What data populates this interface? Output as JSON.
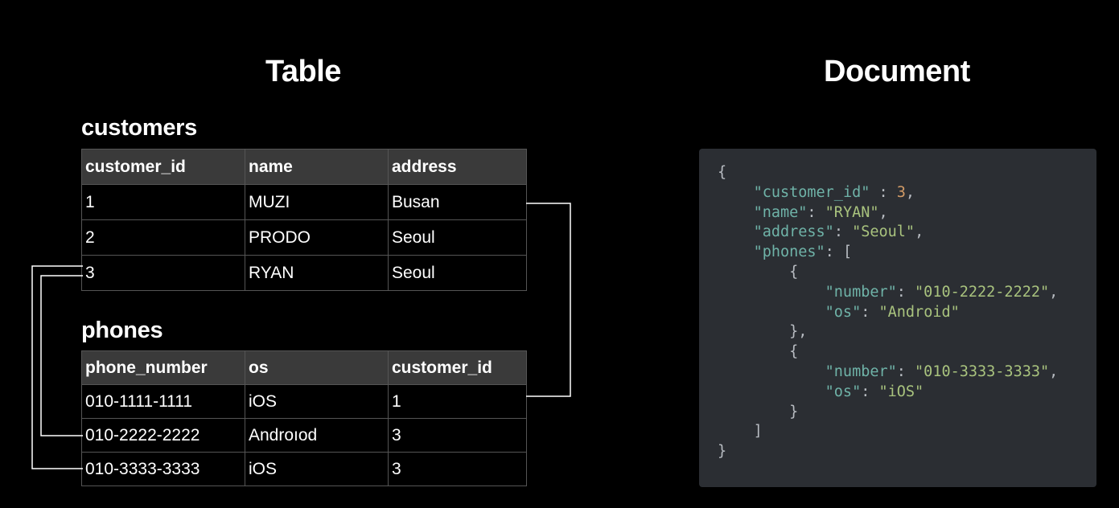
{
  "headings": {
    "table": "Table",
    "document": "Document"
  },
  "customers": {
    "label": "customers",
    "columns": [
      "customer_id",
      "name",
      "address"
    ],
    "rows": [
      [
        "1",
        "MUZI",
        "Busan"
      ],
      [
        "2",
        "PRODO",
        "Seoul"
      ],
      [
        "3",
        "RYAN",
        "Seoul"
      ]
    ]
  },
  "phones": {
    "label": "phones",
    "columns": [
      "phone_number",
      "os",
      "customer_id"
    ],
    "rows": [
      [
        "010-1111-1111",
        "iOS",
        "1"
      ],
      [
        "010-2222-2222",
        "Androıod",
        "3"
      ],
      [
        "010-3333-3333",
        "iOS",
        "3"
      ]
    ]
  },
  "document": {
    "customer_id_key": "\"customer_id\"",
    "customer_id_value": "3",
    "name_key": "\"name\"",
    "name_value": "\"RYAN\"",
    "address_key": "\"address\"",
    "address_value": "\"Seoul\"",
    "phones_key": "\"phones\"",
    "phones": [
      {
        "number_key": "\"number\"",
        "number_value": "\"010-2222-2222\"",
        "os_key": "\"os\"",
        "os_value": "\"Android\""
      },
      {
        "number_key": "\"number\"",
        "number_value": "\"010-3333-3333\"",
        "os_key": "\"os\"",
        "os_value": "\"iOS\""
      }
    ]
  },
  "colors": {
    "background": "#000000",
    "table_header_bg": "#3a3a3a",
    "table_border": "#555555",
    "code_panel_bg": "#2b2e33",
    "code_key": "#6fb3a8",
    "code_string": "#a9c37e",
    "code_number": "#d19a66",
    "code_punct": "#b8bcc2",
    "connector": "#ffffff"
  }
}
